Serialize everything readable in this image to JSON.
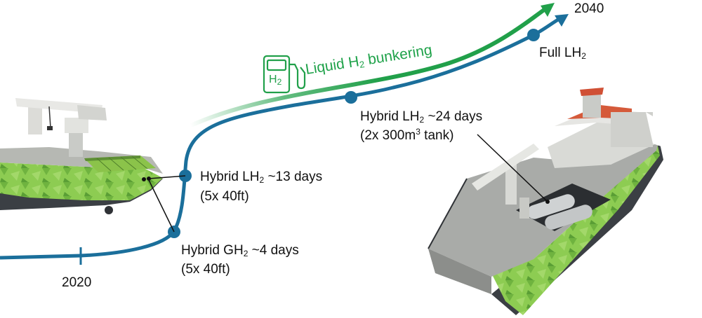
{
  "timeline": {
    "start_year": "2020",
    "end_year": "2040"
  },
  "bunkering": {
    "label_pre": "Liquid H",
    "label_sub": "2",
    "label_post": " bunkering",
    "pump_letter": "H",
    "pump_sub": "2"
  },
  "milestones": [
    {
      "pre": "Hybrid GH",
      "sub": "2",
      "post": " ~4 days",
      "detail": "(5x 40ft)"
    },
    {
      "pre": "Hybrid LH",
      "sub": "2",
      "post": " ~13 days",
      "detail": "(5x 40ft)"
    },
    {
      "pre": "Hybrid LH",
      "sub": "2",
      "post": " ~24 days",
      "detail_pre": "(2x 300m",
      "detail_sup": "3",
      "detail_post": " tank)"
    },
    {
      "pre": "Full LH",
      "sub": "2"
    }
  ],
  "colors": {
    "blue_line": "#1b6f9b",
    "green_line": "#21a04a",
    "ship_green": "#7ec64a",
    "ship_dark_green": "#3f8f2e",
    "hull_dark": "#3b3f44",
    "deck_grey": "#a9aba8"
  }
}
